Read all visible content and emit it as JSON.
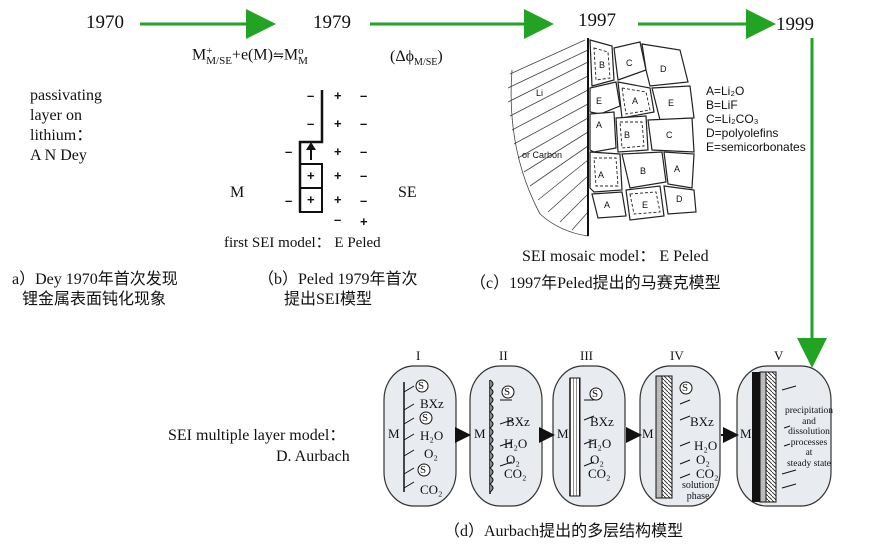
{
  "timeline": {
    "years": [
      "1970",
      "1979",
      "1997",
      "1999"
    ],
    "arrow_color": "#22a324"
  },
  "dey": {
    "lines": [
      "passivating",
      "layer on",
      "lithium：",
      "A N Dey"
    ],
    "caption_lines": [
      "a）Dey 1970年首次发现",
      "锂金属表面钝化现象"
    ]
  },
  "peled1979": {
    "equation_left": "M",
    "equation_sup": "+",
    "equation_sub": "M/SE",
    "equation_mid": "+e(M)",
    "equation_right": "M",
    "equation_right_sup": "o",
    "equation_right_sub": "M",
    "potential": "(Δϕ",
    "potential_sub": "M/SE",
    "potential_close": ")",
    "label_m": "M",
    "label_se": "SE",
    "model_label": "first SEI model： E Peled",
    "caption_lines": [
      "（b）Peled 1979年首次",
      "提出SEI模型"
    ]
  },
  "mosaic": {
    "legend": [
      "A=Li₂O",
      "B=LiF",
      "C=Li₂CO₃",
      "D=polyolefins",
      "E=semicorbonates"
    ],
    "li_label": "Li",
    "carbon_label": "or Carbon",
    "model_label": "SEI mosaic model：  E Peled",
    "caption": "（c）1997年Peled提出的马赛克模型"
  },
  "aurbach": {
    "label_lines": [
      "SEI multiple layer model：",
      "D. Aurbach"
    ],
    "panels": [
      "I",
      "II",
      "III",
      "IV",
      "V"
    ],
    "electrode": "M",
    "species_I": [
      "BXz",
      "H₂O",
      "O₂",
      "CO₂"
    ],
    "species_II": [
      "BXz",
      "H₂O",
      "O₂",
      "CO₂"
    ],
    "species_III": [
      "BXz",
      "H₂O",
      "O₂",
      "CO₂"
    ],
    "species_IV": [
      "BXz",
      "H₂O",
      "O₂",
      "CO₂"
    ],
    "solution_phase": [
      "solution",
      "phase"
    ],
    "steady_state": [
      "precipitation",
      "and",
      "dissolution",
      "processes",
      "at",
      "steady state"
    ],
    "s_symbol": "S",
    "caption": "（d）Aurbach提出的多层结构模型"
  }
}
